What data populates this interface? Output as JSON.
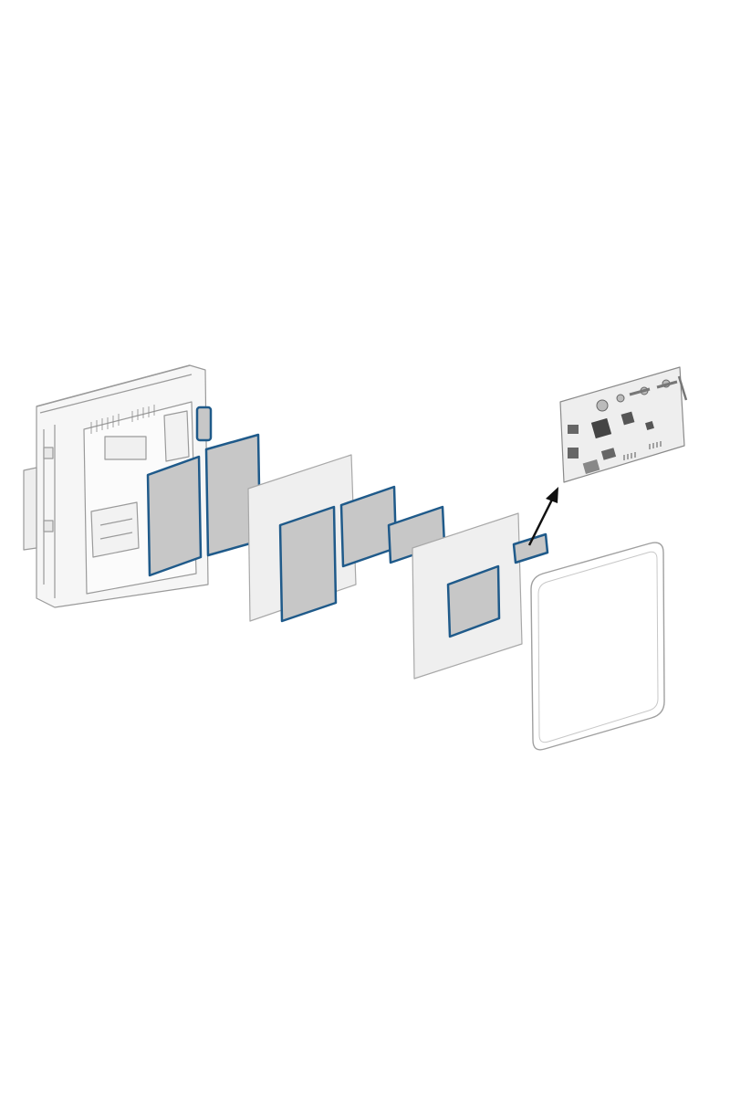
{
  "diagram": {
    "type": "exploded-assembly",
    "components": [
      {
        "id": "enclosure",
        "icon": "inverter-enclosure"
      },
      {
        "id": "panel-a",
        "icon": "highlighted-panel"
      },
      {
        "id": "panel-b",
        "icon": "highlighted-panel"
      },
      {
        "id": "small-tab",
        "icon": "highlighted-tab"
      },
      {
        "id": "middle-sheet",
        "icon": "mounting-sheet"
      },
      {
        "id": "center-panel",
        "icon": "highlighted-panel"
      },
      {
        "id": "small-panel-1",
        "icon": "highlighted-panel"
      },
      {
        "id": "small-panel-2",
        "icon": "highlighted-panel"
      },
      {
        "id": "front-sheet",
        "icon": "mounting-sheet"
      },
      {
        "id": "front-window",
        "icon": "highlighted-window"
      },
      {
        "id": "connector-module",
        "icon": "highlighted-tab"
      },
      {
        "id": "circuit-board",
        "icon": "pcb"
      },
      {
        "id": "front-cover",
        "icon": "front-cover"
      }
    ],
    "colors": {
      "highlight_border": "#1f5a8a",
      "highlight_fill": "#c7c7c7",
      "sheet_fill": "#efefef",
      "outline": "#9a9a9a",
      "pcb_fill": "#eeeeee",
      "arrow": "#111111"
    }
  }
}
